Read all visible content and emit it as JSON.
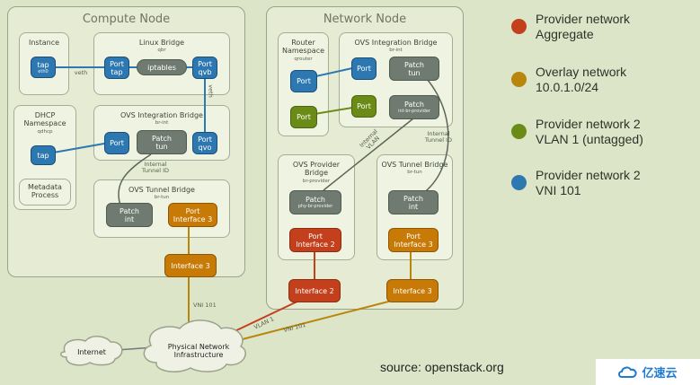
{
  "compute_node": {
    "title": "Compute Node",
    "instance": {
      "title": "Instance",
      "tap": {
        "label": "tap",
        "sub": "eth0"
      }
    },
    "linux_bridge": {
      "title": "Linux Bridge",
      "sub": "qbr",
      "port_tap": "Port\ntap",
      "iptables": "iptables",
      "port_qvb": "Port\nqvb"
    },
    "veth_label_1": "veth",
    "veth_label_2": "veth",
    "dhcp": {
      "title": "DHCP\nNamespace",
      "sub": "qdhcp",
      "tap": "tap"
    },
    "metadata": "Metadata\nProcess",
    "ovs_integration": {
      "title": "OVS Integration Bridge",
      "sub": "br-int",
      "port": "Port",
      "patch": "Patch\ntun",
      "port_qvo": "Port\nqvo"
    },
    "internal_tunnel_label": "Internal\nTunnel ID",
    "ovs_tunnel": {
      "title": "OVS Tunnel Bridge",
      "sub": "br-tun",
      "patch": "Patch\nint",
      "port": "Port\nInterface 3"
    },
    "interface3": "Interface 3",
    "vni_label": "VNI 101"
  },
  "network_node": {
    "title": "Network Node",
    "router": {
      "title": "Router\nNamespace",
      "sub": "qrouter",
      "port_blue": "Port",
      "port_green": "Port"
    },
    "ovs_integration": {
      "title": "OVS Integration Bridge",
      "sub": "br-int",
      "port_blue": "Port",
      "port_green": "Port",
      "patch_tun": "Patch\ntun",
      "patch_provider": "Patch",
      "patch_provider_sub": "int-br-provider"
    },
    "internal_vlan_label": "Internal\nVLAN",
    "internal_tunnel_label": "Internal\nTunnel ID",
    "ovs_provider": {
      "title": "OVS Provider\nBridge",
      "sub": "br-provider",
      "patch": "Patch",
      "patch_sub": "phy-br-provider",
      "port": "Port\nInterface 2"
    },
    "ovs_tunnel": {
      "title": "OVS Tunnel Bridge",
      "sub": "br-tun",
      "patch": "Patch\nint",
      "port": "Port\nInterface 3"
    },
    "interface2": "Interface 2",
    "interface3": "Interface 3"
  },
  "links": {
    "vlan1": "VLAN 1",
    "vni101": "VNI 101"
  },
  "clouds": {
    "internet": "Internet",
    "physical": "Physical Network\nInfrastructure"
  },
  "legend": [
    {
      "color": "#c4401d",
      "text": "Provider network\nAggregate"
    },
    {
      "color": "#b8860b",
      "text": "Overlay network\n10.0.1.0/24"
    },
    {
      "color": "#6b8b17",
      "text": "Provider network 2\nVLAN 1 (untagged)"
    },
    {
      "color": "#2e78b2",
      "text": "Provider network 2\nVNI 101"
    }
  ],
  "source": "source: openstack.org",
  "watermark": "亿速云"
}
